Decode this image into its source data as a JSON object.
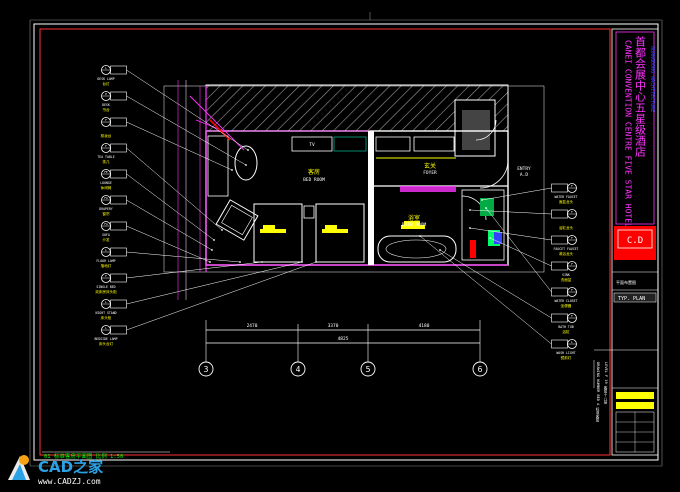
{
  "drawing": {
    "rooms": {
      "bed_room_cn": "客房",
      "bed_room_en": "BED ROOM",
      "foyer_cn": "玄关",
      "foyer_en": "FOYER",
      "bath_room_cn": "浴室",
      "bath_room_en": "BATH ROOM",
      "entry_en": "ENTRY",
      "entry_code": "A.D",
      "tv_label": "TV"
    },
    "left_tags": [
      {
        "code": "L",
        "en": "DESK LAMP",
        "cn": "台灯"
      },
      {
        "code": "P",
        "en": "DESK",
        "cn": "书台"
      },
      {
        "code": "F",
        "en": "",
        "cn": "梳妆台"
      },
      {
        "code": "F",
        "en": "TEA TABLE",
        "cn": "茶几"
      },
      {
        "code": "FE",
        "en": "LOUNGE",
        "cn": "休闲椅"
      },
      {
        "code": "FA",
        "en": "DRAPERY",
        "cn": "窗帘"
      },
      {
        "code": "FA",
        "en": "SOFA",
        "cn": "沙发"
      },
      {
        "code": "L",
        "en": "FLOOR LAMP",
        "cn": "落地灯"
      },
      {
        "code": "F",
        "en": "SINGLE BED",
        "cn": "双床房床头柜"
      },
      {
        "code": "L",
        "en": "NIGHT STAND",
        "cn": "床头柜"
      },
      {
        "code": "L",
        "en": "BEDSIDE LAMP",
        "cn": "床头台灯"
      }
    ],
    "right_tags": [
      {
        "code": "F",
        "en": "WATER FAUCET",
        "cn": "面盆龙头"
      },
      {
        "code": "F",
        "en": "",
        "cn": "浴缸龙头"
      },
      {
        "code": "F",
        "en": "FAUCET FAUCET",
        "cn": "淋浴龙头"
      },
      {
        "code": "F",
        "en": "SINK",
        "cn": "洗面盆"
      },
      {
        "code": "F",
        "en": "WATER CLOSET",
        "cn": "坐便器"
      },
      {
        "code": "F",
        "en": "BATH TUB",
        "cn": "浴缸"
      },
      {
        "code": "L",
        "en": "WASH LIGHT",
        "cn": "镜前灯"
      }
    ],
    "dimensions": {
      "seg1": "2470",
      "seg2": "3370",
      "seg3": "4180",
      "total": "4825"
    },
    "grid_axes": [
      "3",
      "4",
      "5",
      "6"
    ],
    "plan_title": "01  标准客房平面图    比例 1:50"
  },
  "title_block": {
    "project_cn": "首都会展中心五星级酒店",
    "project_en": "CANEI CONVENTION CENTRE FIVE STAR HOTEL",
    "sub_en": "GUANGDONG ARCHITECTURE",
    "logo_text": "C.D",
    "drawing_name": "平面布置图",
    "plan_label": "TYP. PLAN",
    "info_line1": "DRAWING  NUMBER  BED A   标准客房",
    "info_line2": "LEVEL  F 19  客房十八层"
  },
  "watermark": {
    "brand": "CAD之家",
    "url": "www.CADZJ.com"
  },
  "colors": {
    "background": "#000000",
    "frame": "#ffffff",
    "walls": "#ffffff",
    "magenta": "#ff33ff",
    "yellow": "#ffff00",
    "cyan": "#00ffff",
    "green": "#00ff00",
    "red": "#ff0000",
    "blue": "#3344ff"
  }
}
